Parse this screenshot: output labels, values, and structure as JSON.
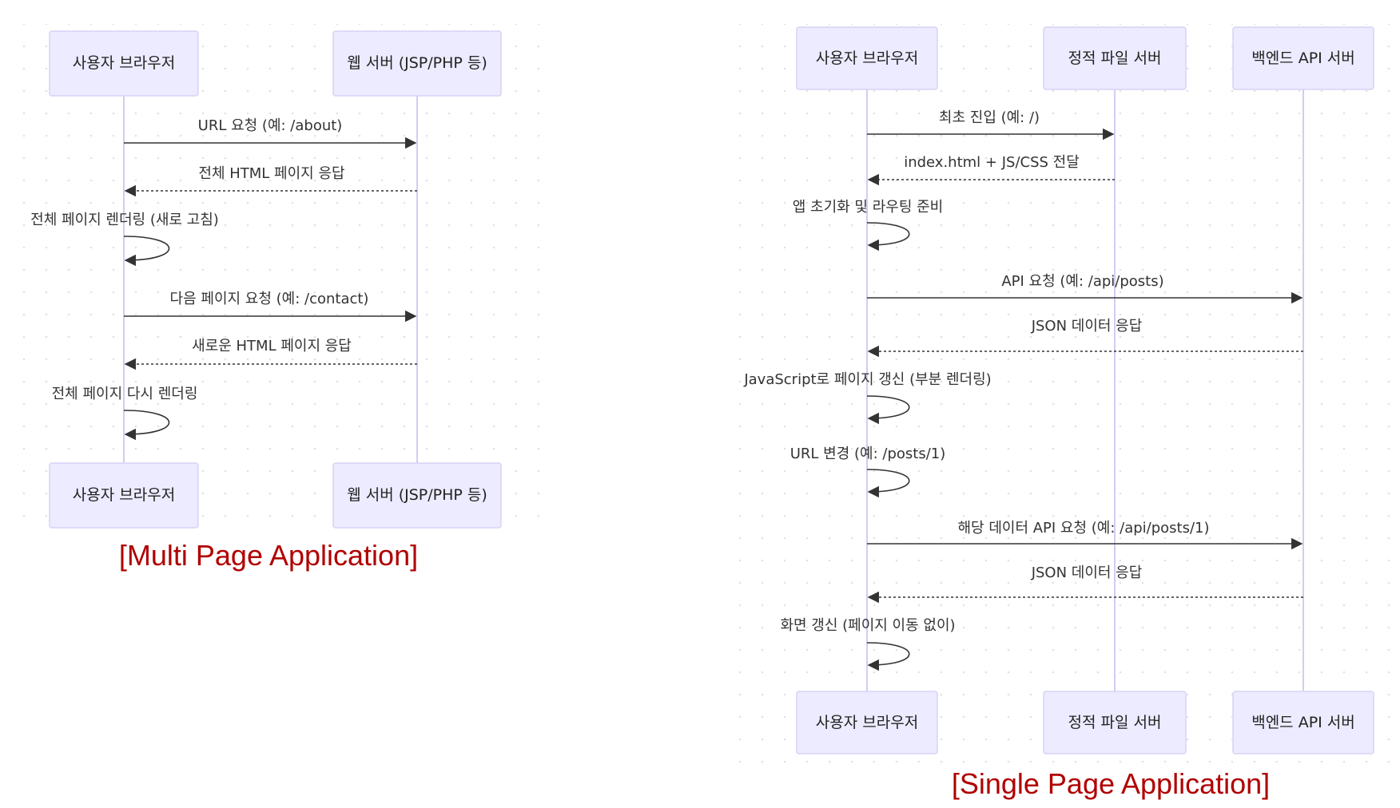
{
  "mpa": {
    "actors": {
      "browser": "사용자 브라우저",
      "server": "웹 서버 (JSP/PHP 등)"
    },
    "messages": [
      "URL 요청 (예: /about)",
      "전체 HTML 페이지 응답",
      "전체 페이지 렌더링 (새로 고침)",
      "다음 페이지 요청 (예: /contact)",
      "새로운 HTML 페이지 응답",
      "전체 페이지 다시 렌더링"
    ],
    "caption": "[Multi Page Application]"
  },
  "spa": {
    "actors": {
      "browser": "사용자 브라우저",
      "static": "정적 파일 서버",
      "api": "백엔드 API 서버"
    },
    "messages": [
      "최초 진입 (예: /)",
      "index.html + JS/CSS 전달",
      "앱 초기화 및 라우팅 준비",
      "API 요청 (예: /api/posts)",
      "JSON 데이터 응답",
      "JavaScript로 페이지 갱신 (부분 렌더링)",
      "URL 변경 (예: /posts/1)",
      "해당 데이터 API 요청 (예: /api/posts/1)",
      "JSON 데이터 응답",
      "화면 갱신 (페이지 이동 없이)"
    ],
    "caption": "[Single Page Application]"
  },
  "colors": {
    "actor_fill": "#ecebff",
    "lifeline": "#d3ccf2",
    "caption": "#b00000",
    "grid_dot": "#e2e2e2"
  }
}
